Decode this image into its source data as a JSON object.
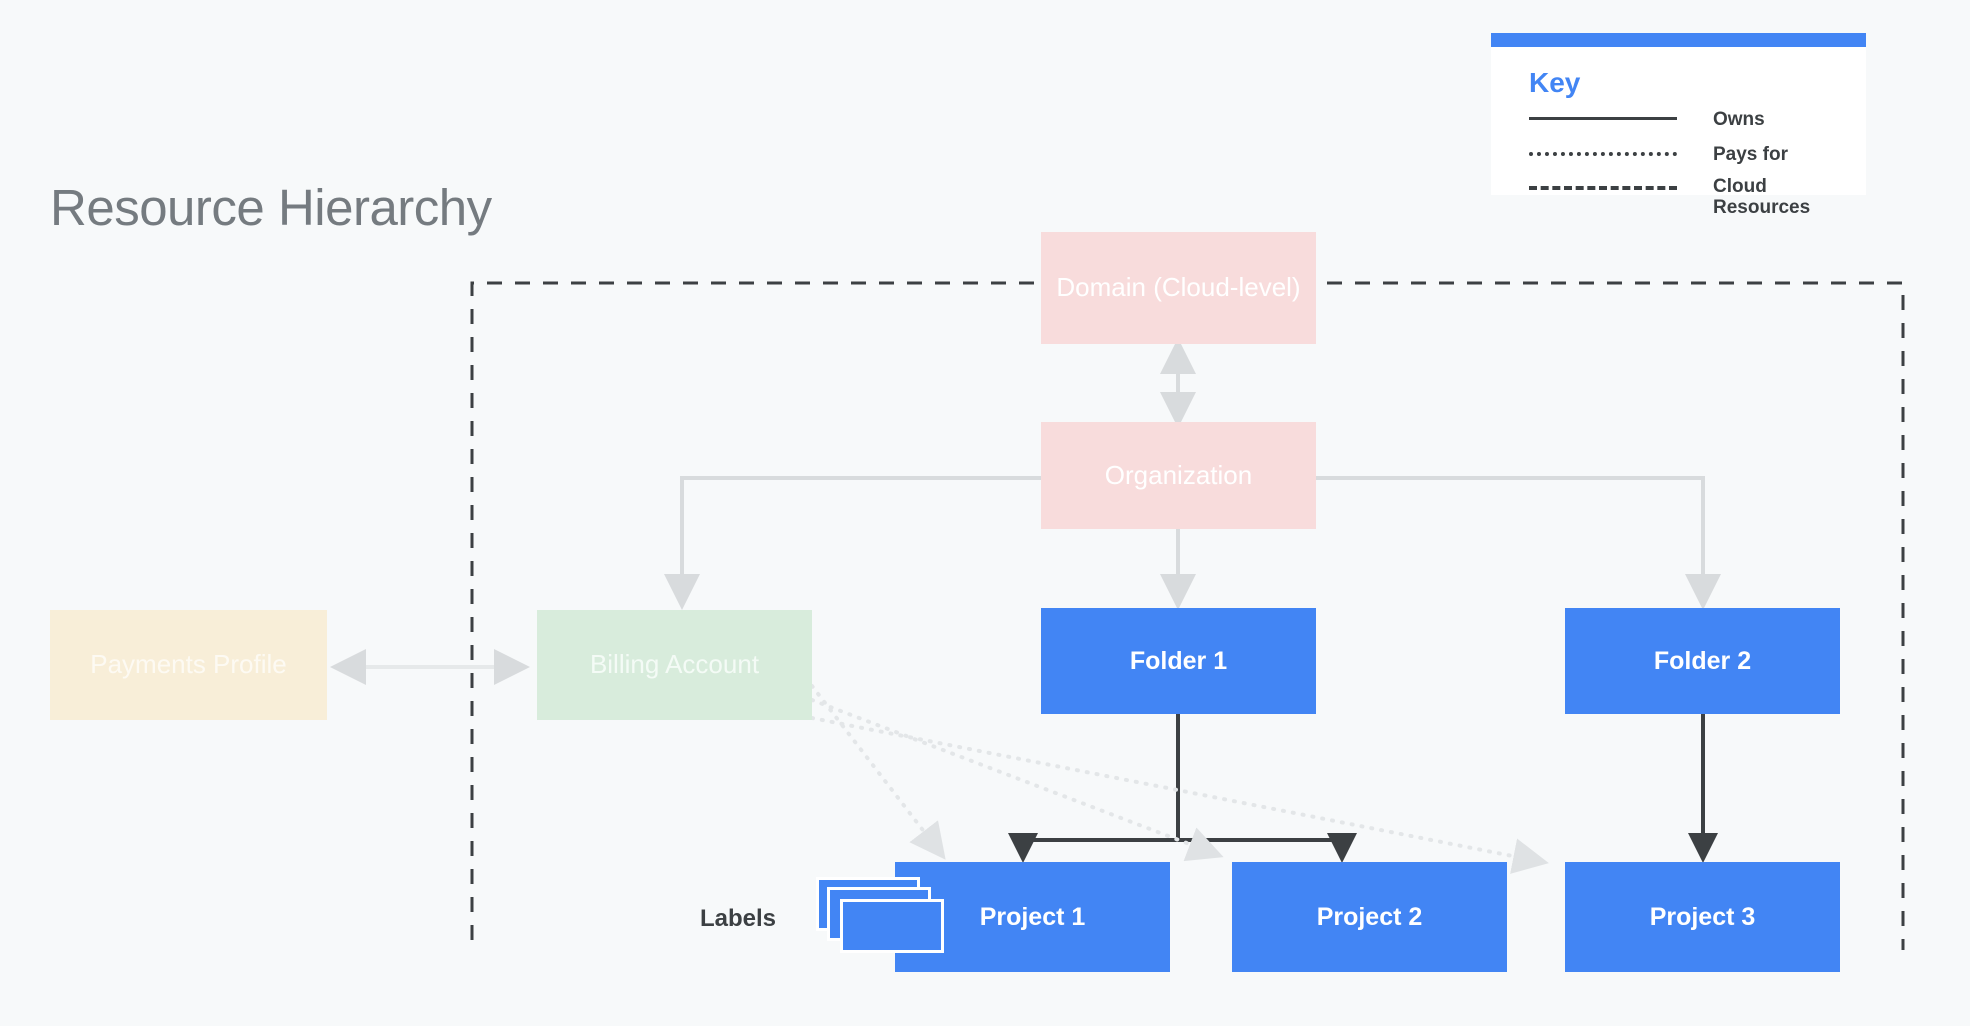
{
  "page": {
    "title": "Resource Hierarchy",
    "background_color": "#f7f9fa",
    "title_color": "#757b80"
  },
  "key": {
    "heading": "Key",
    "accent_color": "#4285f4",
    "rows": [
      {
        "style": "solid",
        "label": "Owns"
      },
      {
        "style": "dotted",
        "label": "Pays for"
      },
      {
        "style": "dashed",
        "label": "Cloud Resources"
      }
    ]
  },
  "nodes": {
    "domain": {
      "label": "Domain (Cloud-level)",
      "color": "#f8dcdc",
      "text_color": "#ffffff"
    },
    "organization": {
      "label": "Organization",
      "color": "#f8dcdc",
      "text_color": "#ffffff"
    },
    "payments_profile": {
      "label": "Payments Profile",
      "color": "#f8eed8",
      "text_color": "#fdfaf3"
    },
    "billing_account": {
      "label": "Billing Account",
      "color": "#d8ecdc",
      "text_color": "#f4fbf6"
    },
    "folder1": {
      "label": "Folder 1",
      "color": "#4285f4",
      "text_color": "#ffffff"
    },
    "folder2": {
      "label": "Folder 2",
      "color": "#4285f4",
      "text_color": "#ffffff"
    },
    "project1": {
      "label": "Project 1",
      "color": "#4285f4",
      "text_color": "#ffffff"
    },
    "project2": {
      "label": "Project 2",
      "color": "#4285f4",
      "text_color": "#ffffff"
    },
    "project3": {
      "label": "Project 3",
      "color": "#4285f4",
      "text_color": "#ffffff"
    }
  },
  "annotations": {
    "labels_caption": "Labels"
  },
  "relationships": [
    {
      "from": "domain",
      "to": "organization",
      "type": "bidirectional",
      "style": "solid-gray"
    },
    {
      "from": "organization",
      "to": "billing_account",
      "type": "directed",
      "style": "solid-gray"
    },
    {
      "from": "organization",
      "to": "folder1",
      "type": "directed",
      "style": "solid-gray"
    },
    {
      "from": "organization",
      "to": "folder2",
      "type": "directed",
      "style": "solid-gray"
    },
    {
      "from": "payments_profile",
      "to": "billing_account",
      "type": "bidirectional",
      "style": "solid-gray"
    },
    {
      "from": "folder1",
      "to": "project1",
      "type": "directed",
      "style": "owns"
    },
    {
      "from": "folder1",
      "to": "project2",
      "type": "directed",
      "style": "owns"
    },
    {
      "from": "folder2",
      "to": "project3",
      "type": "directed",
      "style": "owns"
    },
    {
      "from": "billing_account",
      "to": "project1",
      "type": "directed",
      "style": "pays-for"
    },
    {
      "from": "billing_account",
      "to": "project2",
      "type": "directed",
      "style": "pays-for"
    },
    {
      "from": "billing_account",
      "to": "project3",
      "type": "directed",
      "style": "pays-for"
    }
  ],
  "cloud_boundary": {
    "style": "dashed",
    "color": "#3c4043",
    "encloses": [
      "organization",
      "billing_account",
      "folder1",
      "folder2",
      "project1",
      "project2",
      "project3"
    ]
  }
}
